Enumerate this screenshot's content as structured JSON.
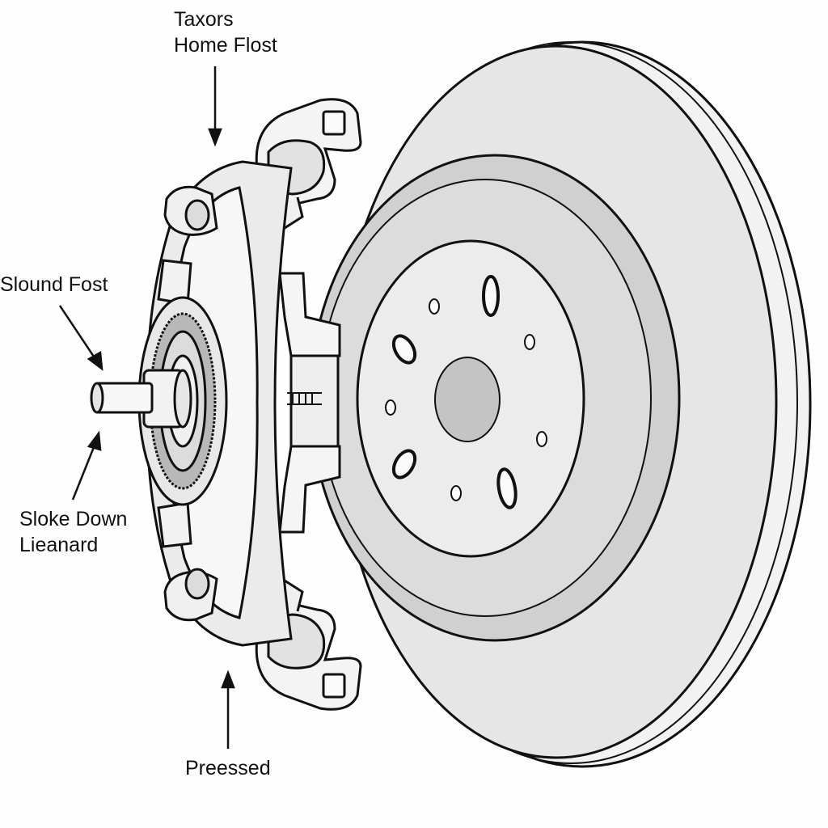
{
  "callouts": {
    "top": {
      "line1": "Taxors",
      "line2": "Home Flost"
    },
    "left_upper": {
      "text": "Slound Fost"
    },
    "left_lower": {
      "line1": "Sloke Down",
      "line2": "Lieanard"
    },
    "bottom": {
      "text": "Preessed"
    }
  },
  "colors": {
    "stroke": "#111111",
    "rotor_face": "#e6e6e6",
    "rotor_band": "#d0d0d0",
    "hat": "#ececec",
    "hub_center": "#c4c4c4",
    "background": "#fefefe"
  }
}
